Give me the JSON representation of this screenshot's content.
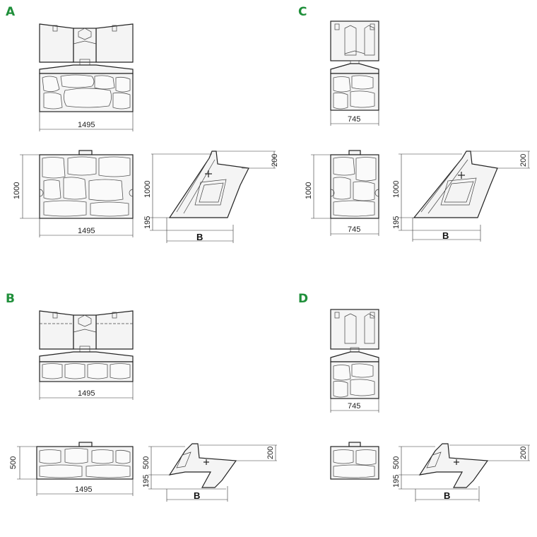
{
  "panels": [
    {
      "id": "A",
      "label": "A",
      "width_top": "1495",
      "width_front": "1495",
      "height_front": "1000",
      "height_side": "1000",
      "base_side": "195",
      "cap_side": "200",
      "side_depth_label": "B"
    },
    {
      "id": "C",
      "label": "C",
      "width_top": "745",
      "width_front": "745",
      "height_front": "1000",
      "height_side": "1000",
      "base_side": "195",
      "cap_side": "200",
      "side_depth_label": "B"
    },
    {
      "id": "B",
      "label": "B",
      "width_top": "1495",
      "width_front": "1495",
      "height_front": "500",
      "height_side": "500",
      "base_side": "195",
      "cap_side": "200",
      "side_depth_label": "B"
    },
    {
      "id": "D",
      "label": "D",
      "width_top": "745",
      "width_front": "",
      "height_front": "",
      "height_side": "500",
      "base_side": "195",
      "cap_side": "200",
      "side_depth_label": "B"
    }
  ],
  "colors": {
    "label": "#1f8f3a",
    "line": "#222222"
  }
}
